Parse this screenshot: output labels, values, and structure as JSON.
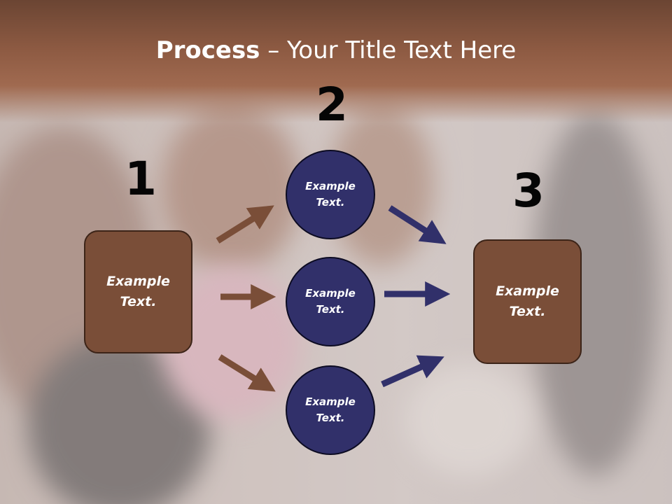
{
  "title": {
    "bold": "Process",
    "rest": " – Your Title Text Here"
  },
  "numbers": [
    "1",
    "2",
    "3"
  ],
  "left_box": {
    "line1": "Example",
    "line2": "Text."
  },
  "right_box": {
    "line1": "Example",
    "line2": "Text."
  },
  "circles": [
    {
      "line1": "Example",
      "line2": "Text."
    },
    {
      "line1": "Example",
      "line2": "Text."
    },
    {
      "line1": "Example",
      "line2": "Text."
    }
  ],
  "colors": {
    "header": "#8d5a42",
    "box_fill": "#7a4e38",
    "circle_fill": "#31306a",
    "brown_arrow": "#7a4e38",
    "navy_arrow": "#31306a"
  }
}
